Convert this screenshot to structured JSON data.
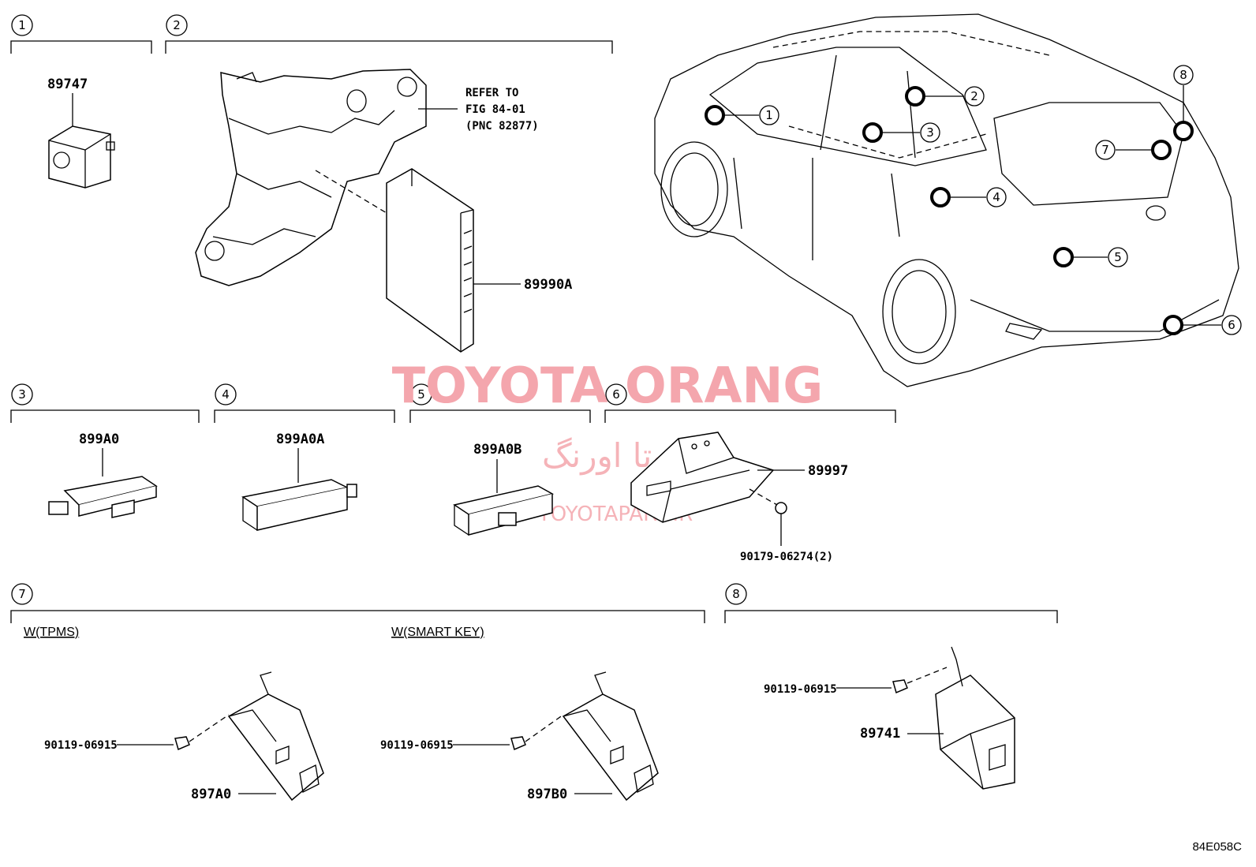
{
  "sections": [
    {
      "num": "1"
    },
    {
      "num": "2",
      "refer_note": [
        "REFER TO",
        "FIG 84-01",
        "(PNC 82877)"
      ]
    },
    {
      "num": "3"
    },
    {
      "num": "4"
    },
    {
      "num": "5"
    },
    {
      "num": "6"
    },
    {
      "num": "7",
      "conditions": [
        "W(TPMS)",
        "W(SMART KEY)"
      ]
    },
    {
      "num": "8"
    }
  ],
  "part_numbers": {
    "p1": "89747",
    "p2": "89990A",
    "p3": "899A0",
    "p4": "899A0A",
    "p5": "899A0B",
    "p6": "89997",
    "p6_bolt": "90179-06274(2)",
    "p7_bolt_a": "90119-06915",
    "p7_a": "897A0",
    "p7_bolt_b": "90119-06915",
    "p7_b": "897B0",
    "p8_bolt": "90119-06915",
    "p8": "89741"
  },
  "vehicle_callouts": [
    "1",
    "2",
    "3",
    "4",
    "5",
    "6",
    "7",
    "8"
  ],
  "watermark": {
    "brand": "TOYOTA ORANG",
    "persian": "تویوتا اورنگ",
    "site": "TOYOTAPART.IR"
  },
  "figure_code": "84E058C"
}
